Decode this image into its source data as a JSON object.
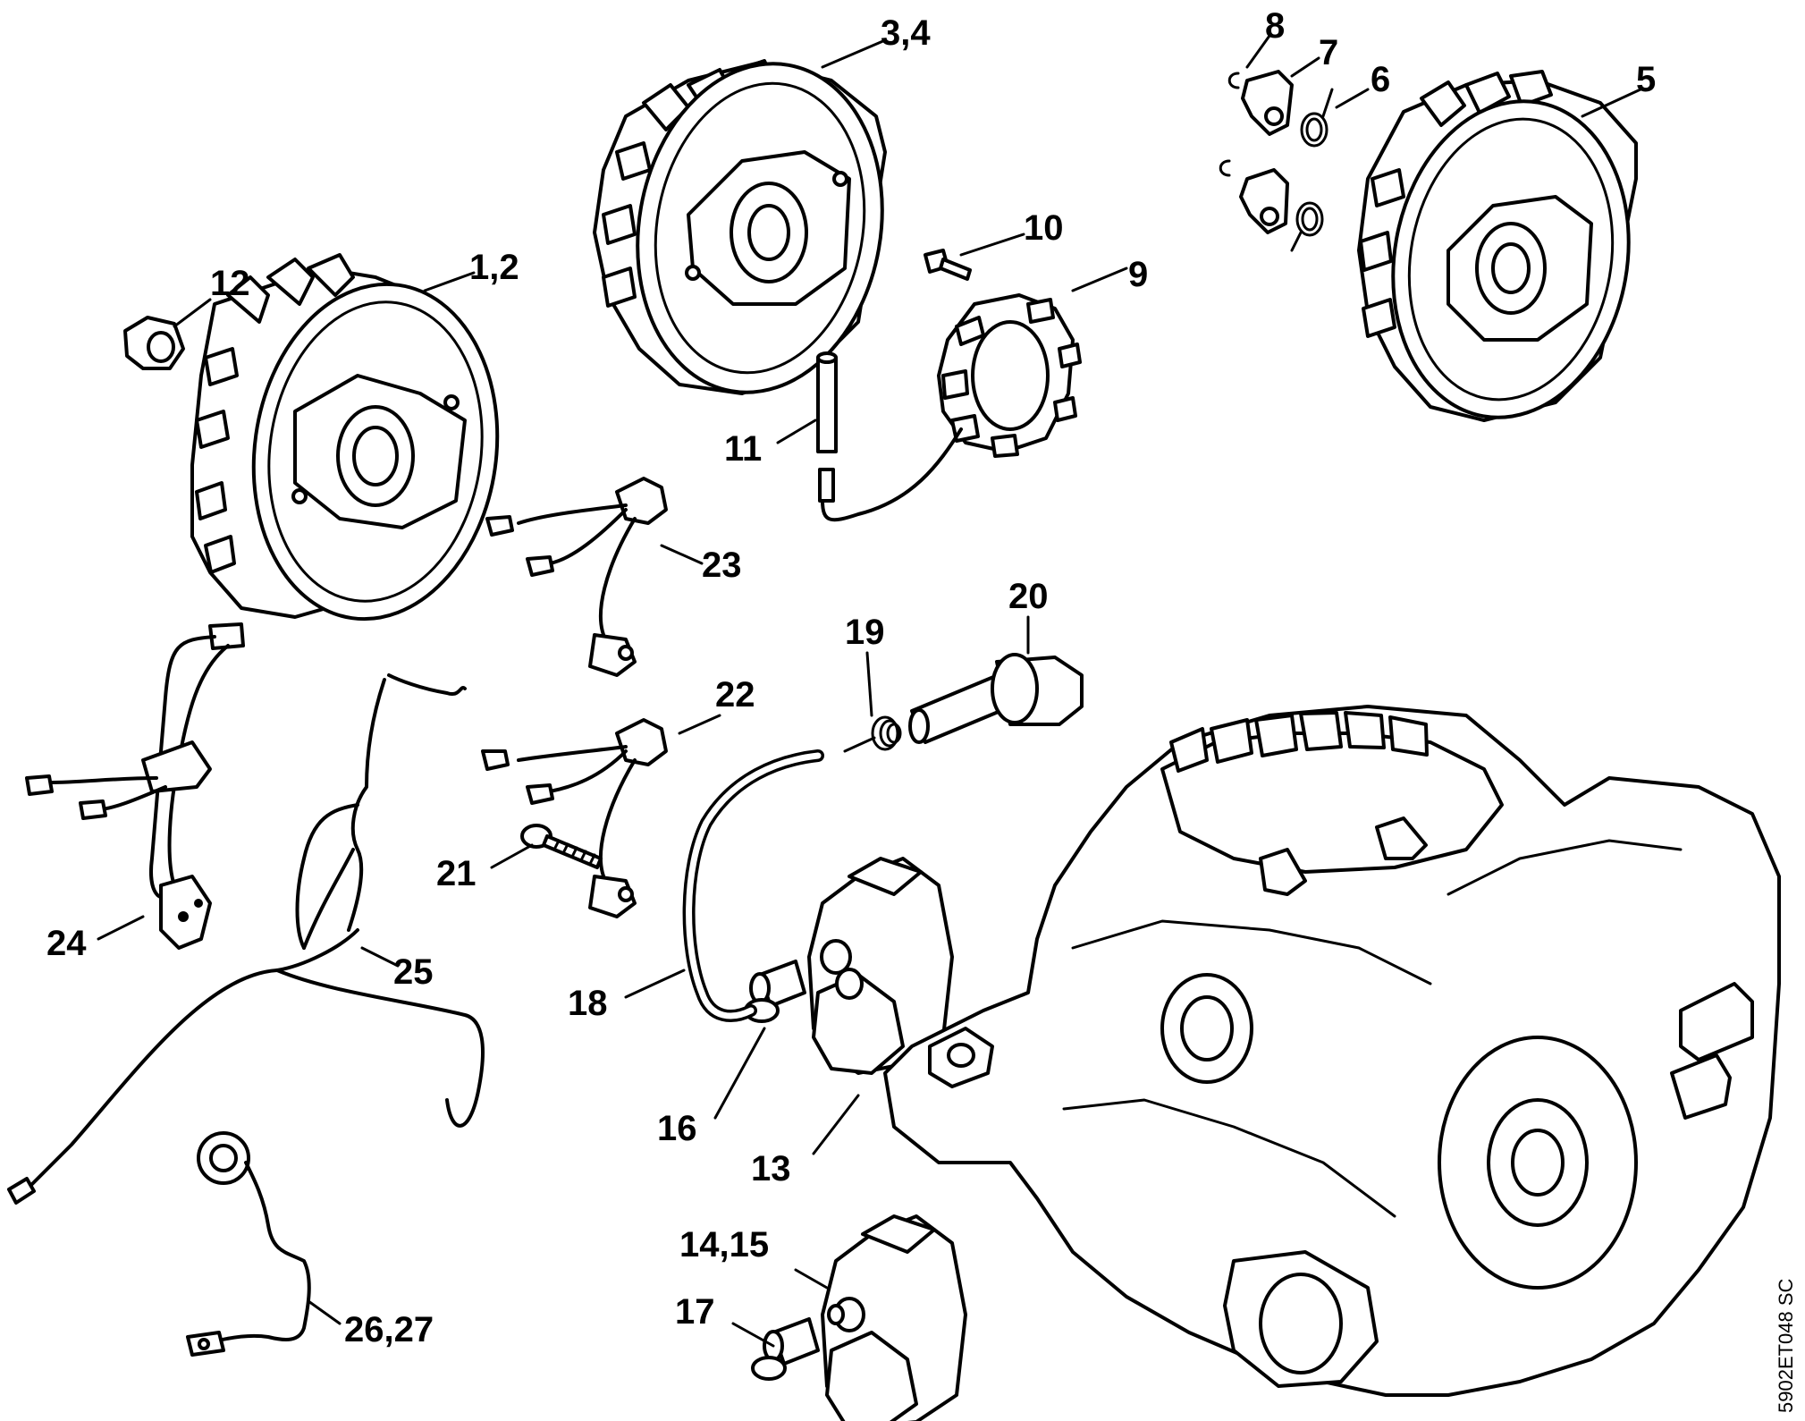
{
  "diagram_code": "5902ET048 SC",
  "callouts": [
    {
      "id": "c1",
      "label": "1,2"
    },
    {
      "id": "c2",
      "label": "3,4"
    },
    {
      "id": "c3",
      "label": "5"
    },
    {
      "id": "c4",
      "label": "6"
    },
    {
      "id": "c5",
      "label": "7"
    },
    {
      "id": "c6",
      "label": "8"
    },
    {
      "id": "c7",
      "label": "9"
    },
    {
      "id": "c8",
      "label": "10"
    },
    {
      "id": "c9",
      "label": "11"
    },
    {
      "id": "c10",
      "label": "12"
    },
    {
      "id": "c11",
      "label": "13"
    },
    {
      "id": "c12",
      "label": "14,15"
    },
    {
      "id": "c13",
      "label": "16"
    },
    {
      "id": "c14",
      "label": "17"
    },
    {
      "id": "c15",
      "label": "18"
    },
    {
      "id": "c16",
      "label": "19"
    },
    {
      "id": "c17",
      "label": "20"
    },
    {
      "id": "c18",
      "label": "21"
    },
    {
      "id": "c19",
      "label": "22"
    },
    {
      "id": "c20",
      "label": "23"
    },
    {
      "id": "c21",
      "label": "24"
    },
    {
      "id": "c22",
      "label": "25"
    },
    {
      "id": "c23",
      "label": "26,27"
    }
  ]
}
